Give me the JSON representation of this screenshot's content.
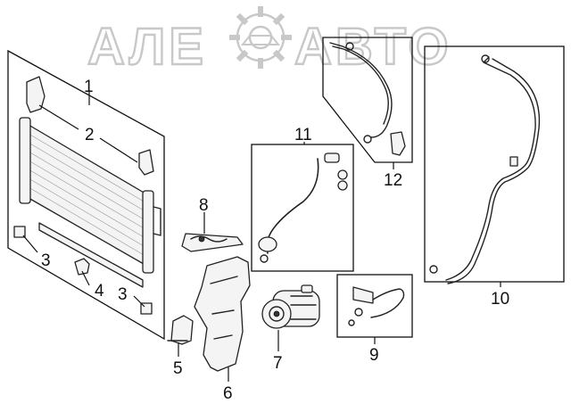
{
  "watermark": {
    "text_left": "АЛЕ",
    "text_right": "АВТО",
    "logo_icon": "gear-car-logo-icon"
  },
  "callouts": [
    {
      "id": "1",
      "label": "1"
    },
    {
      "id": "2",
      "label": "2"
    },
    {
      "id": "3a",
      "label": "3"
    },
    {
      "id": "3b",
      "label": "3"
    },
    {
      "id": "4",
      "label": "4"
    },
    {
      "id": "5",
      "label": "5"
    },
    {
      "id": "6",
      "label": "6"
    },
    {
      "id": "7",
      "label": "7"
    },
    {
      "id": "8",
      "label": "8"
    },
    {
      "id": "9",
      "label": "9"
    },
    {
      "id": "10",
      "label": "10"
    },
    {
      "id": "11",
      "label": "11"
    },
    {
      "id": "12",
      "label": "12"
    }
  ],
  "parts": [
    {
      "name": "condenser-assembly",
      "callout": "1"
    },
    {
      "name": "condenser-mount-bracket",
      "callout": "2"
    },
    {
      "name": "condenser-side-clip",
      "callout": "3"
    },
    {
      "name": "condenser-center-clip",
      "callout": "4"
    },
    {
      "name": "air-guide-bracket",
      "callout": "5"
    },
    {
      "name": "air-deflector-panel",
      "callout": "6"
    },
    {
      "name": "ac-compressor",
      "callout": "7"
    },
    {
      "name": "hose-bracket",
      "callout": "8"
    },
    {
      "name": "suction-hose-short",
      "callout": "9"
    },
    {
      "name": "ac-high-pressure-pipe",
      "callout": "10"
    },
    {
      "name": "compressor-hose-assembly",
      "callout": "11"
    },
    {
      "name": "liquid-line-pipe",
      "callout": "12"
    }
  ]
}
